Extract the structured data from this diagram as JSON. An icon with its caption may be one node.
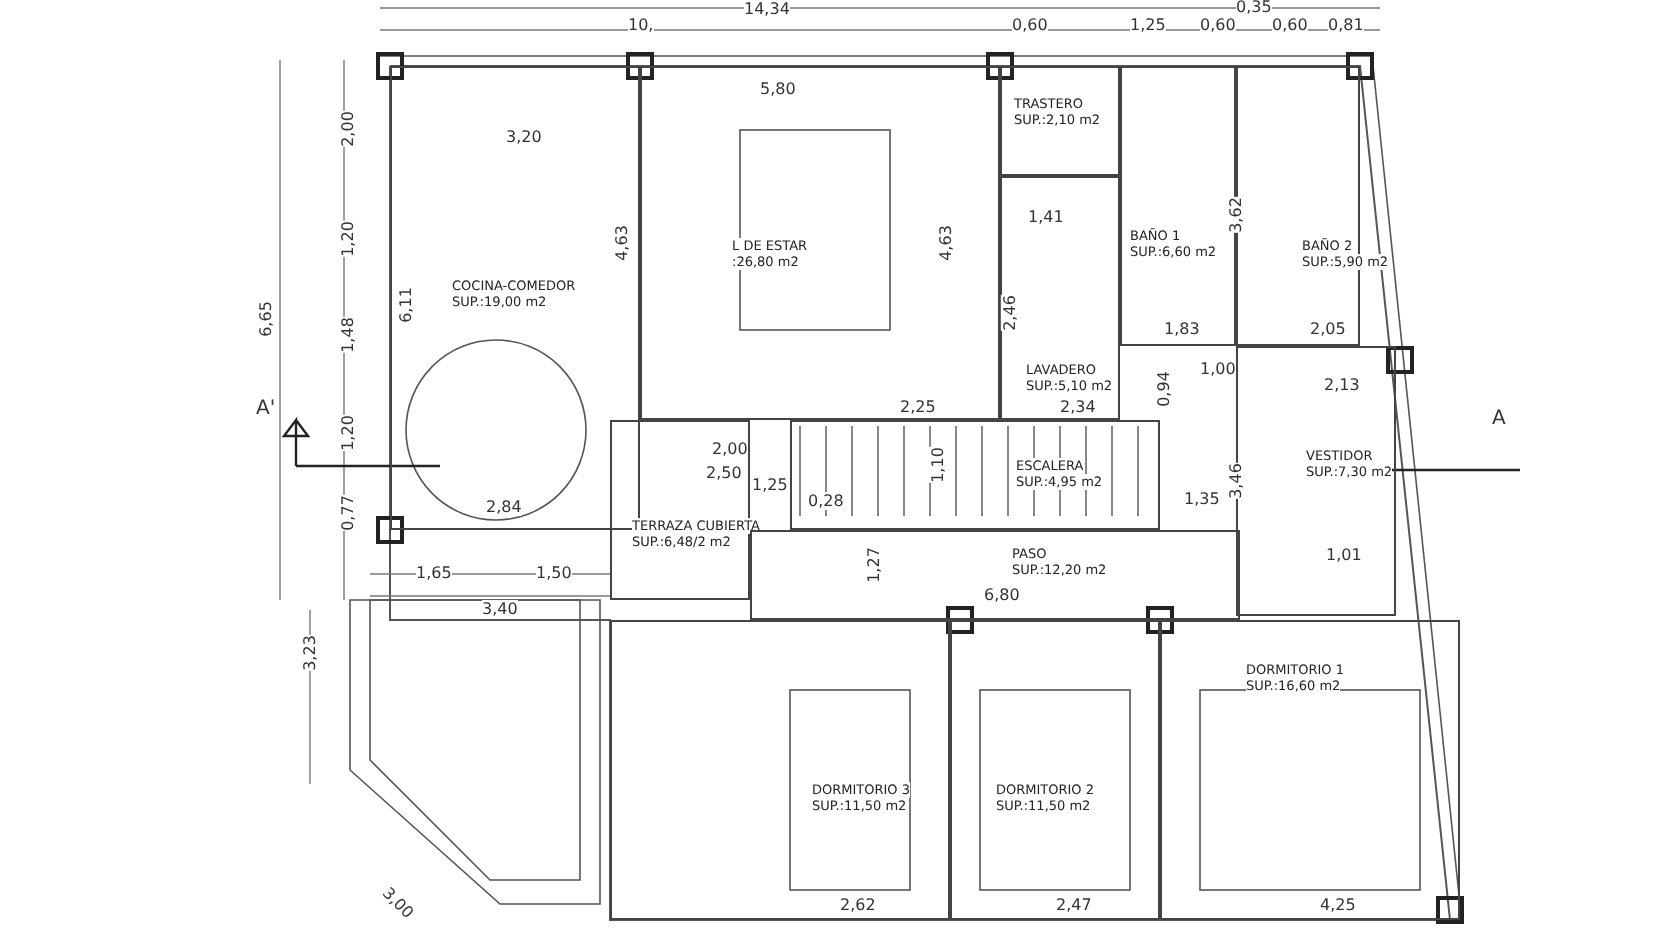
{
  "diagram": {
    "nodes": [
      {
        "text": [
          "COCINA-COMEDOR",
          "SUP.:19,00 m2"
        ]
      },
      {
        "text": [
          "L DE ESTAR",
          ":26,80 m2"
        ]
      },
      {
        "text": [
          "TRASTERO",
          "SUP.:2,10 m2"
        ]
      },
      {
        "text": [
          "BAÑO 1",
          "SUP.:6,60 m2"
        ]
      },
      {
        "text": [
          "BAÑO 2",
          "SUP.:5,90 m2"
        ]
      },
      {
        "text": [
          "LAVADERO",
          "SUP.:5,10 m2"
        ]
      },
      {
        "text": [
          "TERRAZA CUBIERTA",
          "SUP.:6,48/2 m2"
        ]
      },
      {
        "text": [
          "ESCALERA",
          "SUP.:4,95 m2"
        ]
      },
      {
        "text": [
          "VESTIDOR",
          "SUP.:7,30 m2"
        ]
      },
      {
        "text": [
          "PASO",
          "SUP.:12,20 m2"
        ]
      },
      {
        "text": [
          "DORMITORIO 3",
          "SUP.:11,50 m2"
        ]
      },
      {
        "text": [
          "DORMITORIO 2",
          "SUP.:11,50 m2"
        ]
      },
      {
        "text": [
          "DORMITORIO 1",
          "SUP.:16,60 m2"
        ]
      }
    ],
    "labels": [
      "14,34",
      "10,",
      "0,60",
      "1,25",
      "0,60",
      "0,35",
      "0,60",
      "0,81",
      "6,65",
      "2,00",
      "1,20",
      "1,48",
      "1,20",
      "0,77",
      "A'",
      "3,20",
      "6,11",
      "4,63",
      "2,84",
      "5,80",
      "4,63",
      "1,41",
      "2,46",
      "3,62",
      "1,83",
      "2,05",
      "1,00",
      "0,94",
      "2,13",
      "A",
      "2,00",
      "2,50",
      "2,25",
      "2,34",
      "1,10",
      "1,25",
      "0,28",
      "1,35",
      "3,46",
      "1,01",
      "1,27",
      "6,80",
      "1,65",
      "1,50",
      "3,40",
      "3,23",
      "3,00",
      "2,62",
      "2,47",
      "4,25"
    ]
  }
}
